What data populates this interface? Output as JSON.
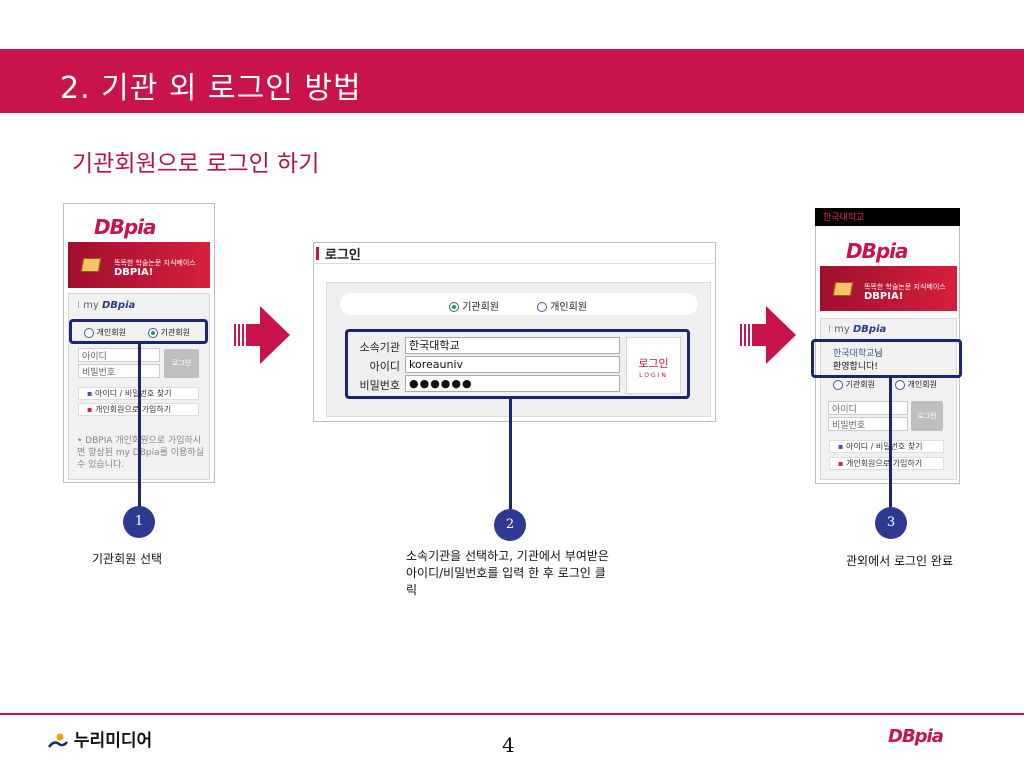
{
  "header": {
    "title": "2. 기관 외 로그인 방법"
  },
  "subtitle": "기관회원으로 로그인 하기",
  "panel1": {
    "logo": "DBpia",
    "banner_tagline": "똑똑한 학술논문 지식베이스",
    "banner_title": "DBPIA!",
    "mydbpia_prefix": "my",
    "mydbpia_brand": "DBpia",
    "radio_personal": "개인회원",
    "radio_institution": "기관회원",
    "id_placeholder": "아이디",
    "pw_placeholder": "비밀번호",
    "login_button": "로그인",
    "find_link": "아이디 / 비밀번호 찾기",
    "join_link": "개인회원으로 가입하기",
    "note": "• DBPIA 개인회원으로 가입하시면 향상된 my DBpia를 이용하실 수 있습니다."
  },
  "panel2": {
    "heading": "로그인",
    "radio_institution": "기관회원",
    "radio_personal": "개인회원",
    "label_affiliation": "소속기관",
    "label_id": "아이디",
    "label_pw": "비밀번호",
    "value_affiliation": "한국대학교",
    "value_id": "koreauniv",
    "value_pw": "●●●●●●",
    "login_button": "로그인",
    "login_button_sub": "LOGIN"
  },
  "panel3": {
    "top_label": "한국대학교",
    "logo": "DBpia",
    "banner_tagline": "똑똑한 학술논문 지식베이스",
    "banner_title": "DBPIA!",
    "mydbpia_prefix": "my",
    "mydbpia_brand": "DBpia",
    "welcome_line1_org": "한국대학교",
    "welcome_line1_suffix": "님",
    "welcome_line2": "환영합니다!",
    "radio_institution": "기관회원",
    "radio_personal": "개인회원",
    "id_placeholder": "아이디",
    "pw_placeholder": "비밀번호",
    "login_button": "로그인",
    "find_link": "아이디 / 비밀번호 찾기",
    "join_link": "개인회원으로 가입하기"
  },
  "steps": [
    {
      "number": "1",
      "caption": "기관회원 선택"
    },
    {
      "number": "2",
      "caption": "소속기관을 선택하고, 기관에서 부여받은 아이디/비밀번호를 입력 한 후 로그인 클릭"
    },
    {
      "number": "3",
      "caption": "관외에서 로그인 완료"
    }
  ],
  "footer": {
    "left_logo": "누리미디어",
    "page_number": "4",
    "right_logo": "DBpia"
  },
  "colors": {
    "brand": "#c8134d",
    "navy": "#1c2670",
    "badge": "#2e3a91"
  }
}
